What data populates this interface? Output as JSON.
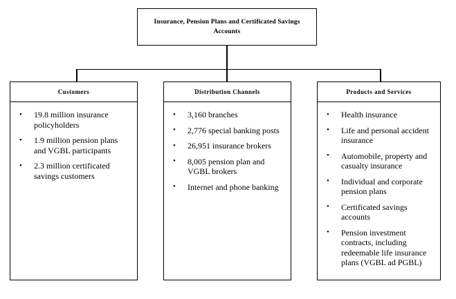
{
  "root": {
    "title": "Insurance, Pension Plans and Certificated Savings Accounts"
  },
  "columns": [
    {
      "header": "Customers",
      "items": [
        "19.8 million insurance policyholders",
        "1.9 million pension plans and VGBL participants",
        "2.3 million certificated savings customers"
      ]
    },
    {
      "header": "Distribution Channels",
      "items": [
        "3,160 branches",
        "2,776 special banking posts",
        "26,951 insurance brokers",
        "8,005 pension plan and VGBL brokers",
        "Internet and phone banking"
      ]
    },
    {
      "header": "Products and Services",
      "items": [
        "Health insurance",
        "Life and personal accident insurance",
        "Automobile, property and casualty insurance",
        "Individual and corporate pension plans",
        "Certificated savings accounts",
        "Pension investment contracts, including redeemable life insurance plans (VGBL ad PGBL)"
      ]
    }
  ],
  "colors": {
    "line": "#000000",
    "text": "#000000",
    "background": "#ffffff"
  }
}
